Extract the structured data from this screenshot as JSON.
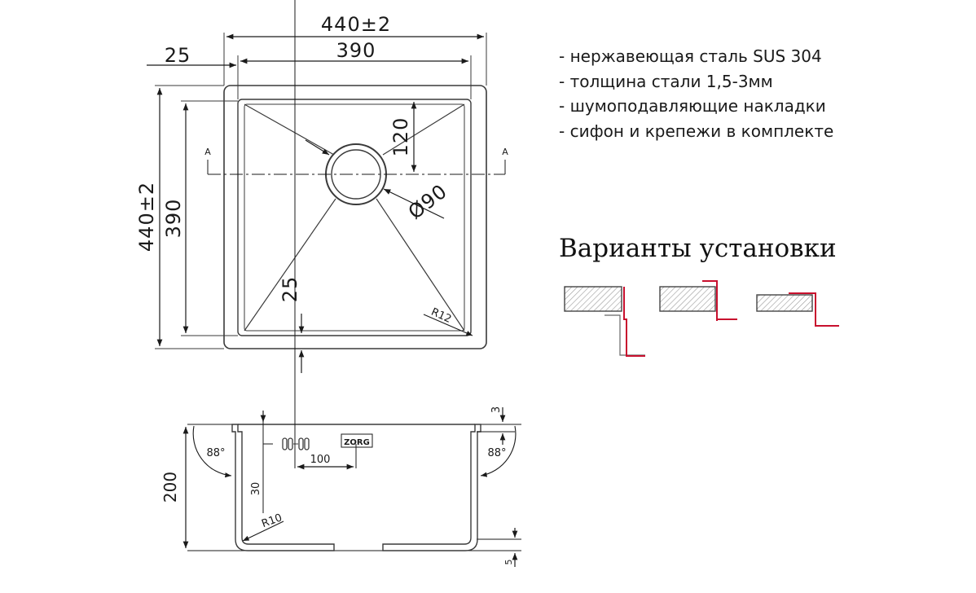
{
  "top_view": {
    "overall_width": "440±2",
    "inner_width": "390",
    "flange": "25",
    "overall_height": "440±2",
    "inner_height": "390",
    "drain_offset": "120",
    "drain_diameter": "Ø90",
    "bottom_offset": "25",
    "corner_radius": "R12",
    "section_mark_left": "A",
    "section_mark_right": "A"
  },
  "side_view": {
    "depth": "200",
    "overflow_offset": "30",
    "overflow_spacing": "100",
    "angle_left": "88°",
    "angle_right": "88°",
    "flange_thickness": "3",
    "bottom_gap": "5",
    "bottom_radius": "R10",
    "logo_text": "ZORG"
  },
  "specs": [
    "- нержавеющая сталь SUS 304",
    "- толщина стали 1,5-3мм",
    "- шумоподавляющие накладки",
    "- сифон и крепежи в комплекте"
  ],
  "variants_title": "Варианты установки",
  "colors": {
    "line": "#3a3a3a",
    "accent": "#c8102e",
    "hatch": "#9a9a9a"
  }
}
